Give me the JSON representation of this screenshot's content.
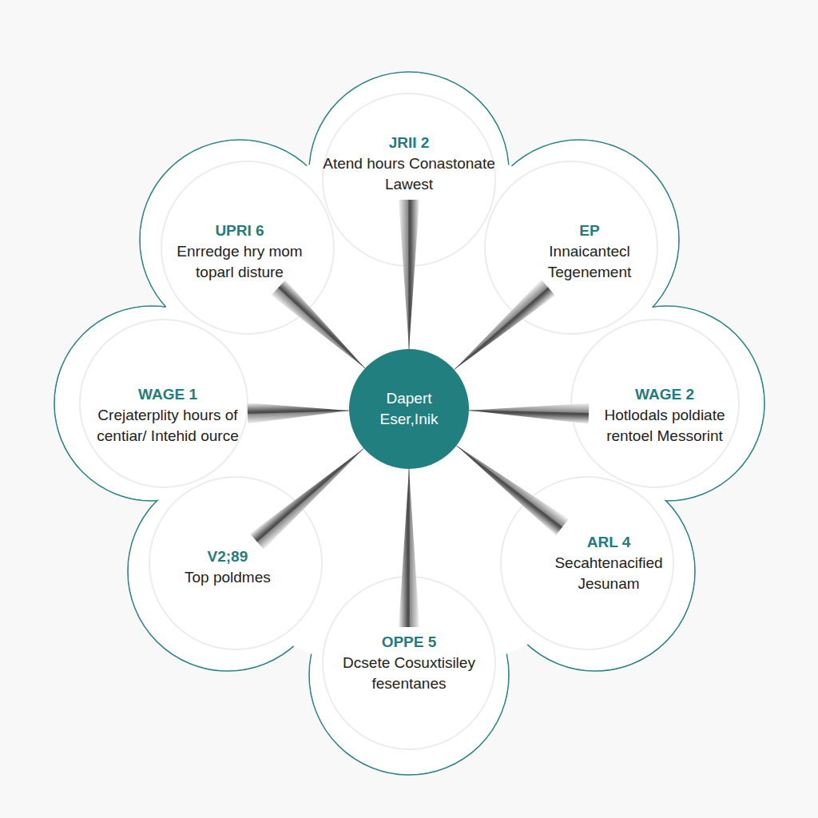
{
  "diagram": {
    "nodes": [
      {
        "text": [
          "Dapert Eser,Inik"
        ]
      },
      {
        "text": [
          "JRII 2",
          "Atend hours Conastonate Lawest"
        ]
      },
      {
        "text": [
          "UPRI 6",
          "Enrredge hry mom toparl disture"
        ]
      },
      {
        "text": [
          "EP",
          "Innaicantecl Tegenement"
        ]
      },
      {
        "text": [
          "WAGE 1",
          "Crejaterplity hours of centiar/ Intehid ource"
        ]
      },
      {
        "text": [
          "WAGE 2",
          "Hotlodals poldiate rentoel Messorint"
        ]
      },
      {
        "text": [
          "V2;89",
          "Top poldmes"
        ]
      },
      {
        "text": [
          "ARL 4",
          "Secahtenacified Jesunam"
        ]
      },
      {
        "text": [
          "OPPE 5",
          "Dcsete Cosuxtisiley fesentanes"
        ]
      }
    ],
    "edges": [
      {
        "from": 0,
        "to": 1,
        "arrow": "none"
      },
      {
        "from": 0,
        "to": 2,
        "arrow": "none"
      },
      {
        "from": 0,
        "to": 3,
        "arrow": "none"
      },
      {
        "from": 0,
        "to": 4,
        "arrow": "none"
      },
      {
        "from": 0,
        "to": 5,
        "arrow": "none"
      },
      {
        "from": 0,
        "to": 6,
        "arrow": "none"
      },
      {
        "from": 0,
        "to": 7,
        "arrow": "none"
      },
      {
        "from": 0,
        "to": 8,
        "arrow": "none"
      }
    ]
  }
}
